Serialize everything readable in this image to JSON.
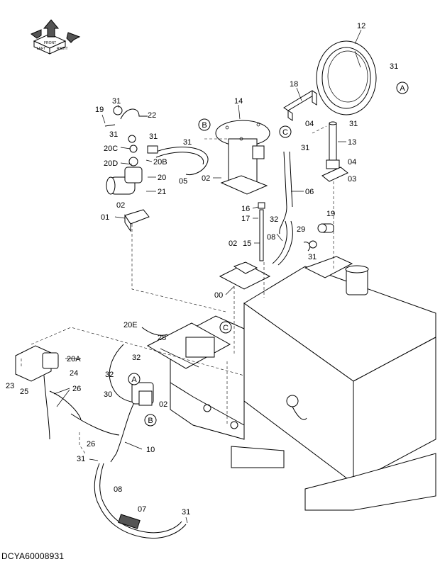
{
  "doc_code": "DCYA60008931",
  "compass": {
    "front": "FRONT",
    "left": "LEFT",
    "right": "RIGHT"
  },
  "callouts": {
    "c12": "12",
    "c31a": "31",
    "cA1": "A",
    "c18": "18",
    "c04a": "04",
    "c31b": "31",
    "c13": "13",
    "c04b": "04",
    "c03": "03",
    "c14": "14",
    "c31c": "31",
    "c19a": "19",
    "c22": "22",
    "c31d": "31",
    "c20C": "20C",
    "c31e": "31",
    "c20B": "20B",
    "c20D": "20D",
    "c20": "20",
    "c21": "21",
    "c05": "05",
    "cB1": "B",
    "c31f": "31",
    "c02a": "02",
    "cC1": "C",
    "c31g": "31",
    "c06": "06",
    "c16": "16",
    "c17": "17",
    "c32a": "32",
    "c29": "29",
    "c19b": "19",
    "c08a": "08",
    "c31h": "31",
    "c02b": "02",
    "c15": "15",
    "c00": "00",
    "c02c": "02",
    "c01": "01",
    "cC2": "C",
    "c20E": "20E",
    "c28": "28",
    "c32b": "32",
    "c20A": "20A",
    "c24": "24",
    "c23": "23",
    "c25": "25",
    "c26a": "26",
    "c32c": "32",
    "c30": "30",
    "cA2": "A",
    "c02d": "02",
    "cB2": "B",
    "c26b": "26",
    "c10": "10",
    "c31i": "31",
    "c08b": "08",
    "c07": "07",
    "c31j": "31"
  }
}
